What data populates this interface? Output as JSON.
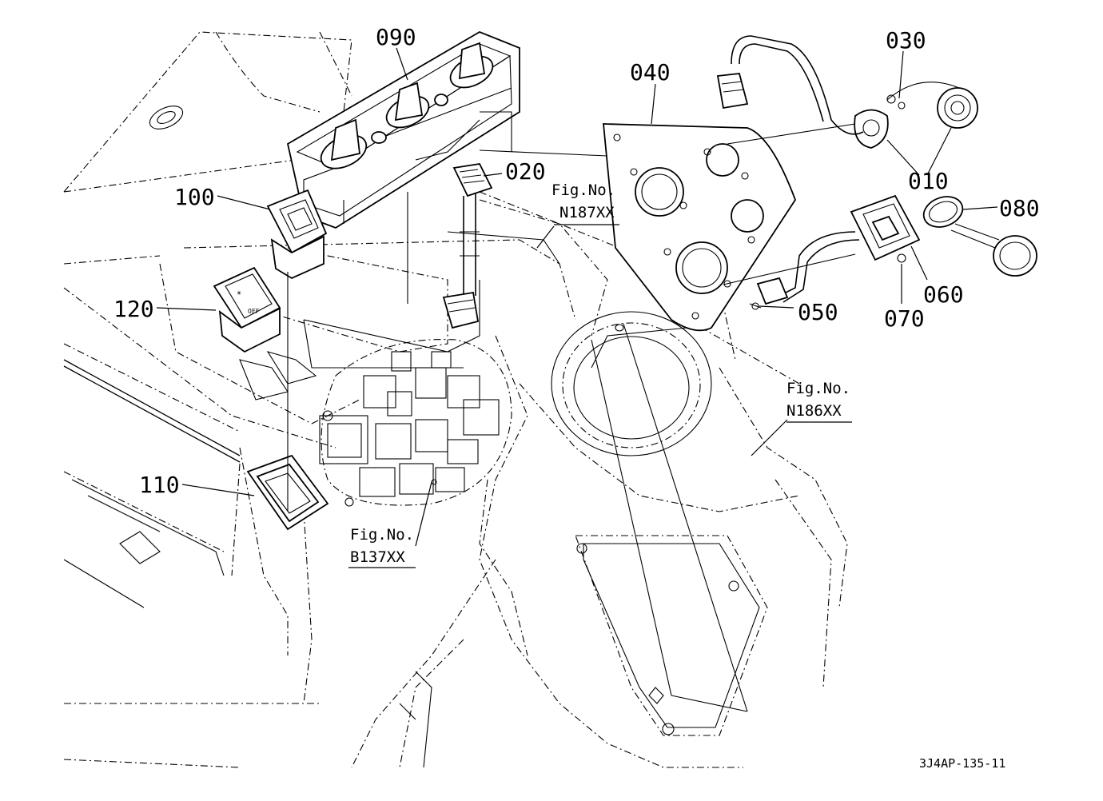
{
  "diagram": {
    "part_labels": {
      "p010": "010",
      "p020": "020",
      "p030": "030",
      "p040": "040",
      "p050": "050",
      "p060": "060",
      "p070": "070",
      "p080": "080",
      "p090": "090",
      "p100": "100",
      "p110": "110",
      "p120": "120"
    },
    "figure_refs": {
      "n187": {
        "caption": "Fig.No.",
        "number": "N187XX"
      },
      "n186": {
        "caption": "Fig.No.",
        "number": "N186XX"
      },
      "b137": {
        "caption": "Fig.No.",
        "number": "B137XX"
      }
    },
    "drawing_code": "3J4AP-135-11"
  }
}
